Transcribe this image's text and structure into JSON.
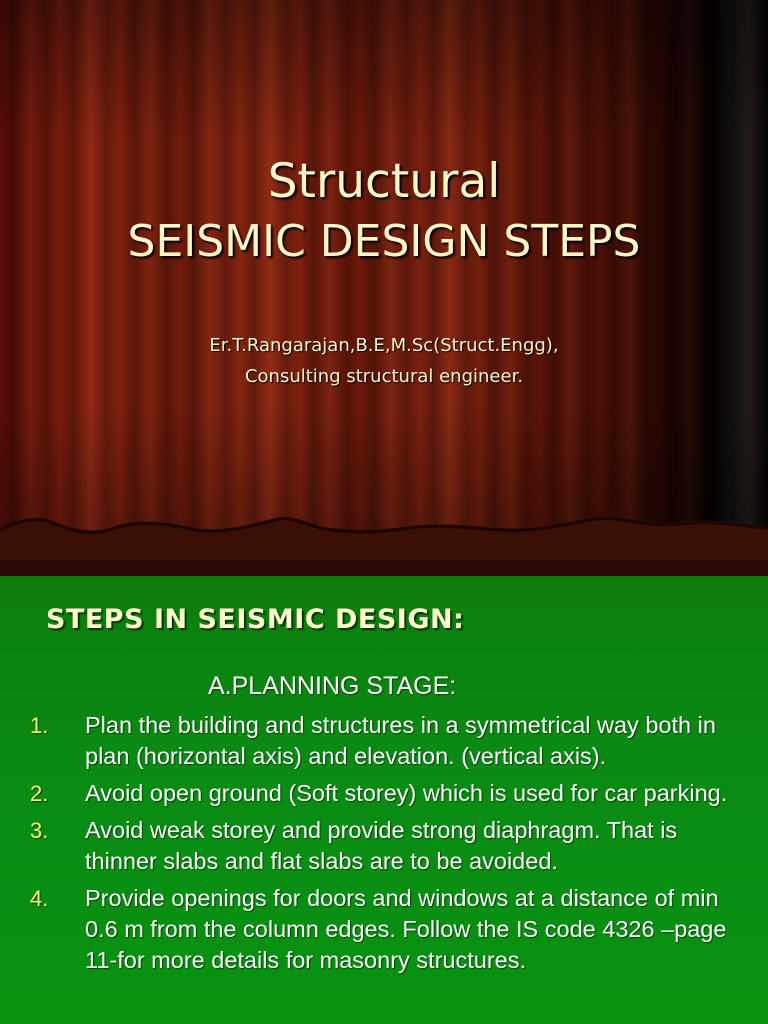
{
  "slide1": {
    "title_line1": "Structural",
    "title_line2": "SEISMIC DESIGN STEPS",
    "author_line1": "Er.T.Rangarajan,B.E,M.Sc(Struct.Engg),",
    "author_line2": "Consulting structural engineer."
  },
  "slide2": {
    "heading": "STEPS IN SEISMIC DESIGN:",
    "stage": "A.PLANNING STAGE:",
    "steps": [
      {
        "num": "1.",
        "text": "Plan the building and structures in a symmetrical way both in plan (horizontal axis) and elevation. (vertical axis)."
      },
      {
        "num": "2.",
        "text": "Avoid open ground (Soft storey) which is used for car parking."
      },
      {
        "num": "3.",
        "text": "Avoid weak storey and provide strong diaphragm. That is thinner slabs and flat slabs are to be avoided."
      },
      {
        "num": "4.",
        "text": "Provide openings for doors and windows at a distance of min 0.6 m from the column edges. Follow the IS code 4326 –page 11-for more details for masonry structures."
      }
    ]
  },
  "colors": {
    "title_text": "#fff5c6",
    "heading_text": "#ffffcc",
    "number_text": "#ffff66",
    "green_bg": "#0a8a14",
    "curtain_red": "#8a2410"
  }
}
